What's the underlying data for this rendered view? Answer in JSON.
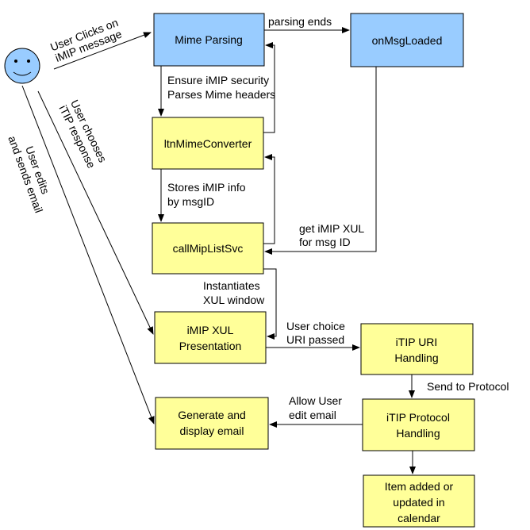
{
  "colors": {
    "blue_box": "#99ccff",
    "yellow_box": "#ffff99",
    "face": "#99ccff",
    "line": "#000000"
  },
  "actor": {
    "icon": "smiley-face-icon"
  },
  "boxes": {
    "mime_parsing": "Mime Parsing",
    "on_msg_loaded": "onMsgLoaded",
    "mime_converter": "ltnMimeConverter",
    "list_svc": "callMipListSvc",
    "xul_presentation": [
      "iMIP XUL",
      "Presentation"
    ],
    "itip_uri": [
      "iTIP URI",
      "Handling"
    ],
    "generate_email": [
      "Generate and",
      "display email"
    ],
    "itip_protocol": [
      "iTIP Protocol",
      "Handling"
    ],
    "item_added": [
      "Item added or",
      "updated in",
      "calendar"
    ]
  },
  "labels": {
    "user_clicks": [
      "User Clicks on",
      "iMIP message"
    ],
    "user_chooses": [
      "User chooses",
      "iTIP response"
    ],
    "user_edits": [
      "User edits",
      "and sends email"
    ],
    "parsing_ends": "parsing ends",
    "ensure_security": [
      "Ensure iMIP security",
      "Parses Mime headers"
    ],
    "stores_info": [
      "Stores iMIP info",
      "by msgID"
    ],
    "get_xul": [
      "get iMIP XUL",
      "for msg ID"
    ],
    "instantiates": [
      "Instantiates",
      "XUL window"
    ],
    "user_choice": [
      "User choice",
      "URI passed"
    ],
    "send_to_protocol": "Send to Protocol",
    "allow_edit": [
      "Allow User",
      "edit email"
    ]
  }
}
